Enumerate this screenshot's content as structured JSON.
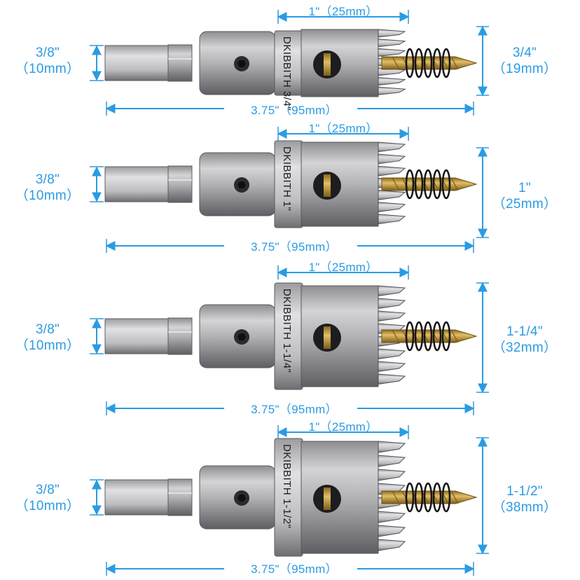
{
  "brand": "DKIBBITH",
  "colors": {
    "dimension_blue": "#2a9be3",
    "steel": "#a8a8ab",
    "steel_dark": "#6d6d70",
    "drill_gold": "#c9a24a",
    "spring": "#1a1a1a"
  },
  "tools": [
    {
      "size_mark": "3/4\"",
      "shank_label_line1": "3/8\"",
      "shank_label_line2": "（10mm）",
      "cutter_length_label": "1\"（25mm）",
      "overall_length_label": "3.75\"（95mm）",
      "diameter_label_line1": "3/4\"",
      "diameter_label_line2": "（19mm）"
    },
    {
      "size_mark": "1\"",
      "shank_label_line1": "3/8\"",
      "shank_label_line2": "（10mm）",
      "cutter_length_label": "1\"（25mm）",
      "overall_length_label": "3.75\"（95mm）",
      "diameter_label_line1": "1\"",
      "diameter_label_line2": "（25mm）"
    },
    {
      "size_mark": "1-1/4\"",
      "shank_label_line1": "3/8\"",
      "shank_label_line2": "（10mm）",
      "cutter_length_label": "1\"（25mm）",
      "overall_length_label": "3.75\"（95mm）",
      "diameter_label_line1": "1-1/4\"",
      "diameter_label_line2": "（32mm）"
    },
    {
      "size_mark": "1-1/2\"",
      "shank_label_line1": "3/8\"",
      "shank_label_line2": "（10mm）",
      "cutter_length_label": "1\"（25mm）",
      "overall_length_label": "3.75\"（95mm）",
      "diameter_label_line1": "1-1/2\"",
      "diameter_label_line2": "（38mm）"
    }
  ]
}
